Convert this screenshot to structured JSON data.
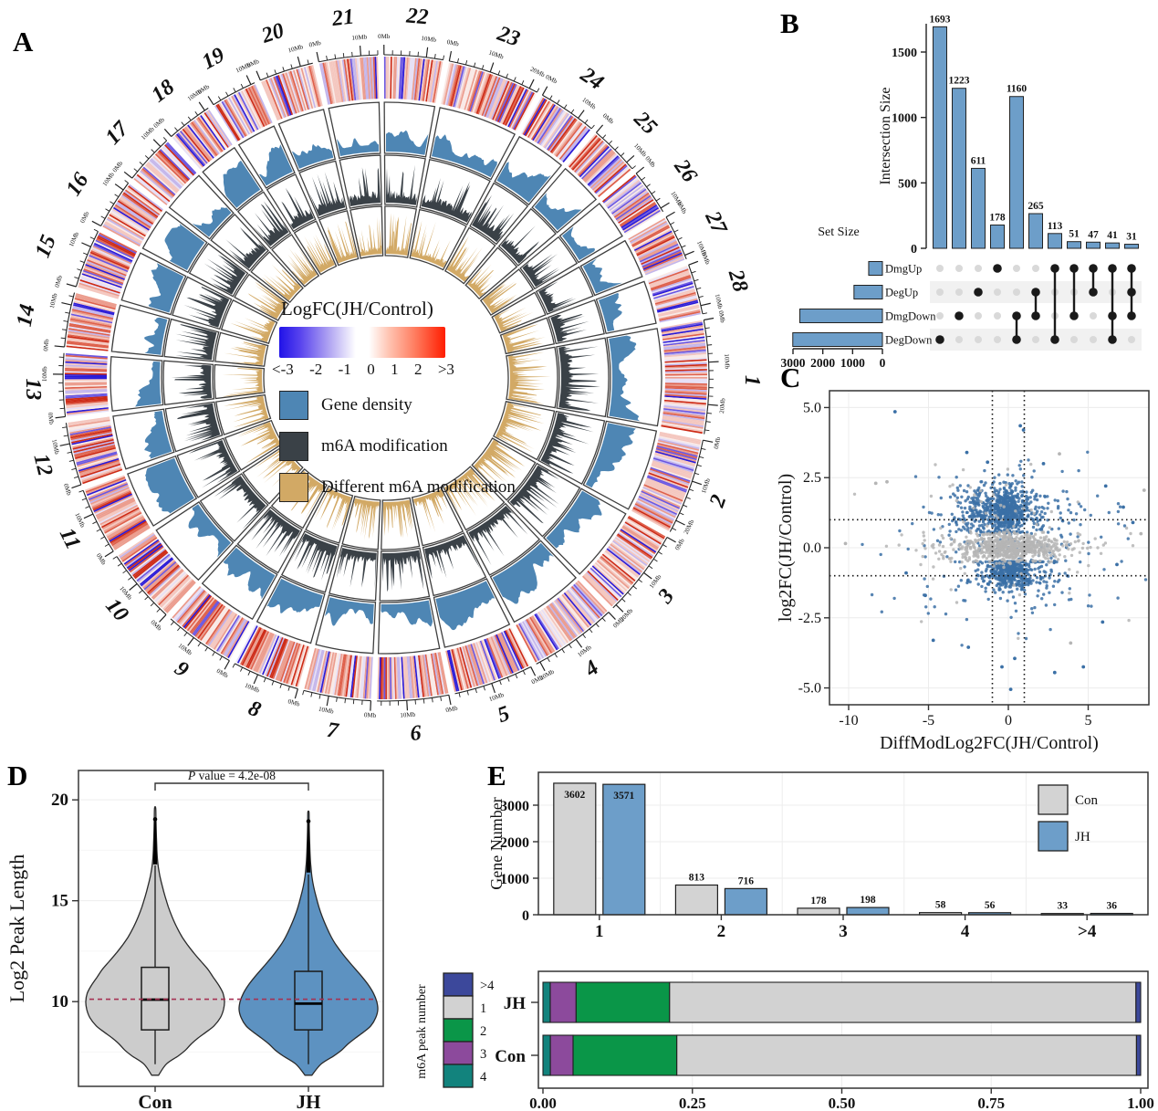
{
  "panels": {
    "a": "A",
    "b": "B",
    "c": "C",
    "d": "D",
    "e": "E"
  },
  "chart_data": [
    {
      "id": "A",
      "type": "circos",
      "seed": 1337,
      "description": "Circular genome plot: outer heatmap of LogFC(JH/Control), then gene density, m6A modification and differential m6A modification tracks per chromosome",
      "chromosomes": [
        {
          "name": "21",
          "mb": 14
        },
        {
          "name": "22",
          "mb": 14
        },
        {
          "name": "23",
          "mb": 22
        },
        {
          "name": "24",
          "mb": 14
        },
        {
          "name": "25",
          "mb": 12
        },
        {
          "name": "26",
          "mb": 11
        },
        {
          "name": "27",
          "mb": 11
        },
        {
          "name": "28",
          "mb": 12
        },
        {
          "name": "1",
          "mb": 27
        },
        {
          "name": "2",
          "mb": 23
        },
        {
          "name": "3",
          "mb": 21
        },
        {
          "name": "4",
          "mb": 21
        },
        {
          "name": "5",
          "mb": 19
        },
        {
          "name": "6",
          "mb": 17
        },
        {
          "name": "7",
          "mb": 16
        },
        {
          "name": "8",
          "mb": 16
        },
        {
          "name": "9",
          "mb": 17
        },
        {
          "name": "10",
          "mb": 18
        },
        {
          "name": "11",
          "mb": 16
        },
        {
          "name": "12",
          "mb": 15
        },
        {
          "name": "13",
          "mb": 15
        },
        {
          "name": "14",
          "mb": 13
        },
        {
          "name": "15",
          "mb": 14
        },
        {
          "name": "16",
          "mb": 12
        },
        {
          "name": "17",
          "mb": 12
        },
        {
          "name": "18",
          "mb": 11
        },
        {
          "name": "19",
          "mb": 11
        },
        {
          "name": "20",
          "mb": 13
        }
      ],
      "tick": {
        "minor_mb": 2,
        "major_mb": 10,
        "label_suffix": "Mb"
      },
      "tracks": [
        {
          "name": "LogFC heatmap",
          "type": "heatmap"
        },
        {
          "name": "Gene density",
          "type": "area",
          "color": "#4e86b4"
        },
        {
          "name": "m6A modification",
          "type": "area",
          "color": "#3a4147"
        },
        {
          "name": "Different m6A modification",
          "type": "area",
          "color": "#d2a965"
        }
      ],
      "legend": {
        "gradient_title": "LogFC(JH/Control)",
        "gradient_ticks": [
          "<-3",
          "-2",
          "-1",
          "0",
          "1",
          "2",
          ">3"
        ],
        "items": [
          {
            "label": "Gene density",
            "color": "#4e86b4"
          },
          {
            "label": "m6A modification",
            "color": "#3a4147"
          },
          {
            "label": "Different m6A modification",
            "color": "#d2a965"
          }
        ]
      }
    },
    {
      "id": "B",
      "type": "bar",
      "subtype": "upset",
      "ylabel": "Intersection Size",
      "yticks": [
        0,
        500,
        1000,
        1500
      ],
      "bar_color": "#6d9ec9",
      "set_size_title": "Set Size",
      "set_size_ticks": [
        3000,
        2000,
        1000,
        0
      ],
      "sets": [
        {
          "name": "DmgUp",
          "size": 461
        },
        {
          "name": "DegUp",
          "size": 954
        },
        {
          "name": "DmgDown",
          "size": 2771
        },
        {
          "name": "DegDown",
          "size": 3007
        }
      ],
      "intersections": [
        {
          "size": 1693,
          "sets": [
            "DegDown"
          ]
        },
        {
          "size": 1223,
          "sets": [
            "DmgDown"
          ]
        },
        {
          "size": 611,
          "sets": [
            "DegUp"
          ]
        },
        {
          "size": 178,
          "sets": [
            "DmgUp"
          ]
        },
        {
          "size": 1160,
          "sets": [
            "DmgDown",
            "DegDown"
          ]
        },
        {
          "size": 265,
          "sets": [
            "DegUp",
            "DmgDown"
          ]
        },
        {
          "size": 113,
          "sets": [
            "DmgUp",
            "DegDown"
          ]
        },
        {
          "size": 51,
          "sets": [
            "DmgUp",
            "DmgDown"
          ]
        },
        {
          "size": 47,
          "sets": [
            "DmgUp",
            "DegUp"
          ]
        },
        {
          "size": 41,
          "sets": [
            "DmgUp",
            "DmgDown",
            "DegDown"
          ]
        },
        {
          "size": 31,
          "sets": [
            "DmgUp",
            "DegUp",
            "DmgDown"
          ]
        }
      ]
    },
    {
      "id": "C",
      "type": "scatter",
      "seed": 2024,
      "xlabel": "DiffModLog2FC(JH/Control)",
      "ylabel": "log2FC(JH/Control)",
      "xticks": [
        "-10",
        "-5",
        "0",
        "5"
      ],
      "yticks": [
        "5.0",
        "2.5",
        "0.0",
        "-2.5",
        "-5.0"
      ],
      "xtick_vals": [
        -10,
        -5,
        0,
        5
      ],
      "ytick_vals": [
        5,
        2.5,
        0,
        -2.5,
        -5
      ],
      "xlim": [
        -11.2,
        8.8
      ],
      "ylim": [
        -5.6,
        5.6
      ],
      "threshold_lines": {
        "x": [
          -1,
          1
        ],
        "y": [
          -1,
          1
        ]
      },
      "colors": {
        "significant": "#3b70a6",
        "nonsignificant": "#b5b5b5"
      },
      "clusters": [
        {
          "color": "b",
          "n": 340,
          "cx": 0.0,
          "sx": 0.45,
          "cy": 1.25,
          "sy": 0.42,
          "ymin": 0.55,
          "ymax": 2.4
        },
        {
          "color": "b",
          "n": 400,
          "cx": -0.6,
          "sx": 1.5,
          "cy": 1.3,
          "sy": 0.45,
          "ymin": 0.55,
          "ymax": 2.6
        },
        {
          "color": "b",
          "n": 300,
          "cx": -0.05,
          "sx": 0.5,
          "cy": -0.8,
          "sy": 0.28,
          "ymin": -1.6,
          "ymax": -0.5
        },
        {
          "color": "b",
          "n": 220,
          "cx": 0.3,
          "sx": 1.4,
          "cy": -0.9,
          "sy": 0.4,
          "ymin": -2.2,
          "ymax": -0.5
        },
        {
          "color": "b",
          "n": 200,
          "cx": 0.2,
          "sx": 3.2,
          "cy": 0.8,
          "sy": 1.1
        },
        {
          "color": "b",
          "n": 80,
          "cx": 0.0,
          "sx": 3.5,
          "cy": -1.2,
          "sy": 0.9
        },
        {
          "color": "g",
          "n": 520,
          "cx": 0.1,
          "sx": 1.4,
          "cy": 0.02,
          "sy": 0.22,
          "ymin": -0.55,
          "ymax": 0.55
        },
        {
          "color": "g",
          "n": 160,
          "cx": 0.2,
          "sx": 3.0,
          "cy": 0.0,
          "sy": 0.3,
          "ymin": -0.7,
          "ymax": 0.7
        },
        {
          "color": "g",
          "n": 90,
          "cx": 0.0,
          "sx": 3.4,
          "cy": 0.5,
          "sy": 1.2
        }
      ],
      "outlier_points": [
        [
          -7.1,
          4.85,
          "b"
        ],
        [
          0.75,
          4.35,
          "b"
        ],
        [
          0.95,
          4.2,
          "b"
        ],
        [
          -2.6,
          3.4,
          "b"
        ],
        [
          -1.3,
          3.05,
          "b"
        ],
        [
          3.2,
          3.35,
          "g"
        ],
        [
          2.2,
          3.0,
          "b"
        ],
        [
          -8.3,
          2.3,
          "g"
        ],
        [
          -7.6,
          2.35,
          "g"
        ],
        [
          -10.2,
          0.15,
          "g"
        ],
        [
          8.5,
          2.05,
          "g"
        ],
        [
          8.3,
          0.5,
          "g"
        ],
        [
          7.2,
          1.45,
          "b"
        ],
        [
          6.1,
          2.2,
          "b"
        ],
        [
          -4.7,
          -3.3,
          "b"
        ],
        [
          -2.5,
          -3.55,
          "b"
        ],
        [
          0.4,
          -3.95,
          "b"
        ],
        [
          -0.4,
          -4.25,
          "b"
        ],
        [
          2.9,
          -4.45,
          "b"
        ],
        [
          4.7,
          -4.25,
          "b"
        ],
        [
          5.9,
          -2.65,
          "b"
        ],
        [
          3.9,
          -3.4,
          "g"
        ],
        [
          0.15,
          -5.05,
          "b"
        ],
        [
          -5.2,
          -1.7,
          "b"
        ],
        [
          -6.4,
          -0.9,
          "b"
        ],
        [
          6.8,
          -0.6,
          "b"
        ],
        [
          7.8,
          0.9,
          "b"
        ]
      ]
    },
    {
      "id": "D",
      "type": "violin",
      "pvalue_label": "P value = 4.2e-08",
      "ylabel": "Log2 Peak Length",
      "yticks": [
        10,
        15,
        20
      ],
      "categories": [
        "Con",
        "JH"
      ],
      "mean_line": {
        "y": 10.12,
        "color": "#a53052"
      },
      "groups": [
        {
          "name": "Con",
          "color": "#cccccc",
          "median": 10.1,
          "q1": 8.6,
          "q3": 11.7,
          "whisker_low": 6.9,
          "whisker_high": 16.75,
          "outlier_range": [
            16.8,
            18.95
          ],
          "profile": [
            [
              6.35,
              0.05
            ],
            [
              6.9,
              0.16
            ],
            [
              7.3,
              0.33
            ],
            [
              7.6,
              0.44
            ],
            [
              7.9,
              0.52
            ],
            [
              8.2,
              0.62
            ],
            [
              8.5,
              0.74
            ],
            [
              8.8,
              0.85
            ],
            [
              9.2,
              0.94
            ],
            [
              9.6,
              0.985
            ],
            [
              10.0,
              1.0
            ],
            [
              10.4,
              0.98
            ],
            [
              10.8,
              0.92
            ],
            [
              11.2,
              0.84
            ],
            [
              11.6,
              0.76
            ],
            [
              12.0,
              0.66
            ],
            [
              12.4,
              0.56
            ],
            [
              12.8,
              0.47
            ],
            [
              13.2,
              0.39
            ],
            [
              13.7,
              0.31
            ],
            [
              14.2,
              0.245
            ],
            [
              14.7,
              0.19
            ],
            [
              15.2,
              0.145
            ],
            [
              15.7,
              0.105
            ],
            [
              16.2,
              0.07
            ],
            [
              16.7,
              0.045
            ],
            [
              17.2,
              0.03
            ],
            [
              17.8,
              0.022
            ],
            [
              18.5,
              0.016
            ],
            [
              19.1,
              0.012
            ],
            [
              19.6,
              0.008
            ]
          ]
        },
        {
          "name": "JH",
          "color": "#5d92c1",
          "median": 9.9,
          "q1": 8.6,
          "q3": 11.5,
          "whisker_low": 6.9,
          "whisker_high": 16.3,
          "outlier_range": [
            16.4,
            18.85
          ],
          "profile": [
            [
              6.35,
              0.05
            ],
            [
              6.9,
              0.18
            ],
            [
              7.3,
              0.36
            ],
            [
              7.6,
              0.48
            ],
            [
              7.9,
              0.57
            ],
            [
              8.2,
              0.68
            ],
            [
              8.5,
              0.8
            ],
            [
              8.8,
              0.9
            ],
            [
              9.2,
              0.97
            ],
            [
              9.6,
              1.0
            ],
            [
              10.0,
              0.985
            ],
            [
              10.4,
              0.94
            ],
            [
              10.8,
              0.87
            ],
            [
              11.2,
              0.78
            ],
            [
              11.6,
              0.68
            ],
            [
              12.0,
              0.58
            ],
            [
              12.4,
              0.485
            ],
            [
              12.8,
              0.4
            ],
            [
              13.2,
              0.33
            ],
            [
              13.7,
              0.26
            ],
            [
              14.2,
              0.2
            ],
            [
              14.7,
              0.15
            ],
            [
              15.2,
              0.11
            ],
            [
              15.7,
              0.075
            ],
            [
              16.2,
              0.05
            ],
            [
              16.7,
              0.035
            ],
            [
              17.2,
              0.025
            ],
            [
              17.8,
              0.018
            ],
            [
              18.4,
              0.013
            ],
            [
              19.0,
              0.01
            ],
            [
              19.4,
              0.008
            ]
          ]
        }
      ]
    },
    {
      "id": "E-top",
      "type": "bar",
      "ylabel": "Gene Number",
      "yticks": [
        0,
        1000,
        2000,
        3000
      ],
      "categories": [
        "1",
        "2",
        "3",
        "4",
        ">4"
      ],
      "series": [
        {
          "name": "Con",
          "color": "#d3d3d3",
          "values": [
            3602,
            813,
            178,
            58,
            33
          ]
        },
        {
          "name": "JH",
          "color": "#6d9ec9",
          "values": [
            3571,
            716,
            198,
            56,
            36
          ]
        }
      ]
    },
    {
      "id": "E-bottom",
      "type": "bar",
      "subtype": "stacked-horizontal",
      "legend_title": "m6A peak number",
      "legend_order": [
        ">4",
        "1",
        "2",
        "3",
        "4"
      ],
      "segment_order": [
        "4",
        "3",
        "2",
        "1",
        ">4"
      ],
      "colors": {
        "1": "#d2d2d2",
        "2": "#0a9648",
        "3": "#8c4a9c",
        "4": "#12837d",
        ">4": "#3c489b"
      },
      "xticks": [
        "0.00",
        "0.25",
        "0.50",
        "0.75",
        "1.00"
      ],
      "xtick_vals": [
        0,
        0.25,
        0.5,
        0.75,
        1
      ],
      "rows": [
        {
          "name": "JH",
          "values": {
            "4": 0.0122,
            "3": 0.0433,
            "2": 0.1564,
            "1": 0.7802,
            ">4": 0.0079
          }
        },
        {
          "name": "Con",
          "values": {
            "4": 0.0124,
            "3": 0.038,
            "2": 0.1736,
            "1": 0.769,
            ">4": 0.007
          }
        }
      ]
    }
  ]
}
